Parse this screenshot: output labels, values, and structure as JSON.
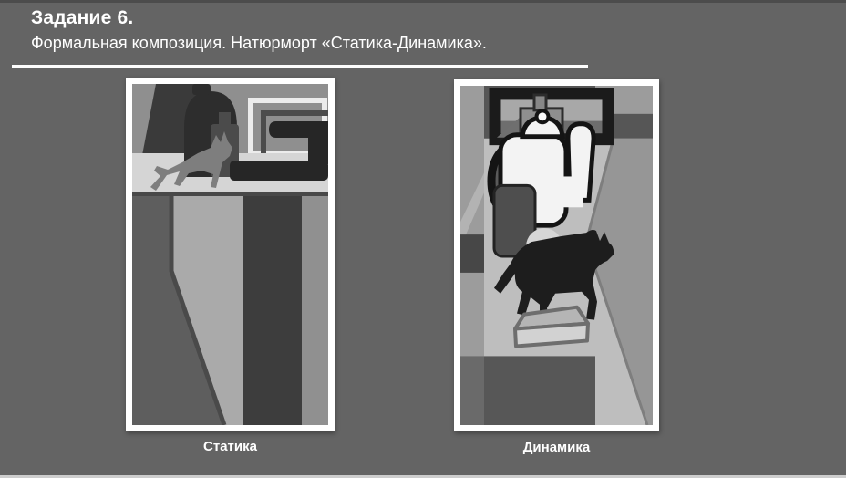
{
  "slide": {
    "title": "Задание 6.",
    "subtitle": "Формальная композиция. Натюрморт «Статика-Динамика».",
    "background_color": "#646464",
    "text_color": "#ffffff",
    "divider_color": "#ffffff"
  },
  "figures": [
    {
      "label": "Статика"
    },
    {
      "label": "Динамика"
    }
  ],
  "palette": {
    "artwork_frame": "#ffffff",
    "artwork_dark": "#2d2d2d",
    "artwork_mid_gray": "#8f8f8f",
    "artwork_light_gray": "#d5d5d5",
    "teapot_white": "#f3f3f3",
    "silhouette_black": "#1d1d1d"
  }
}
